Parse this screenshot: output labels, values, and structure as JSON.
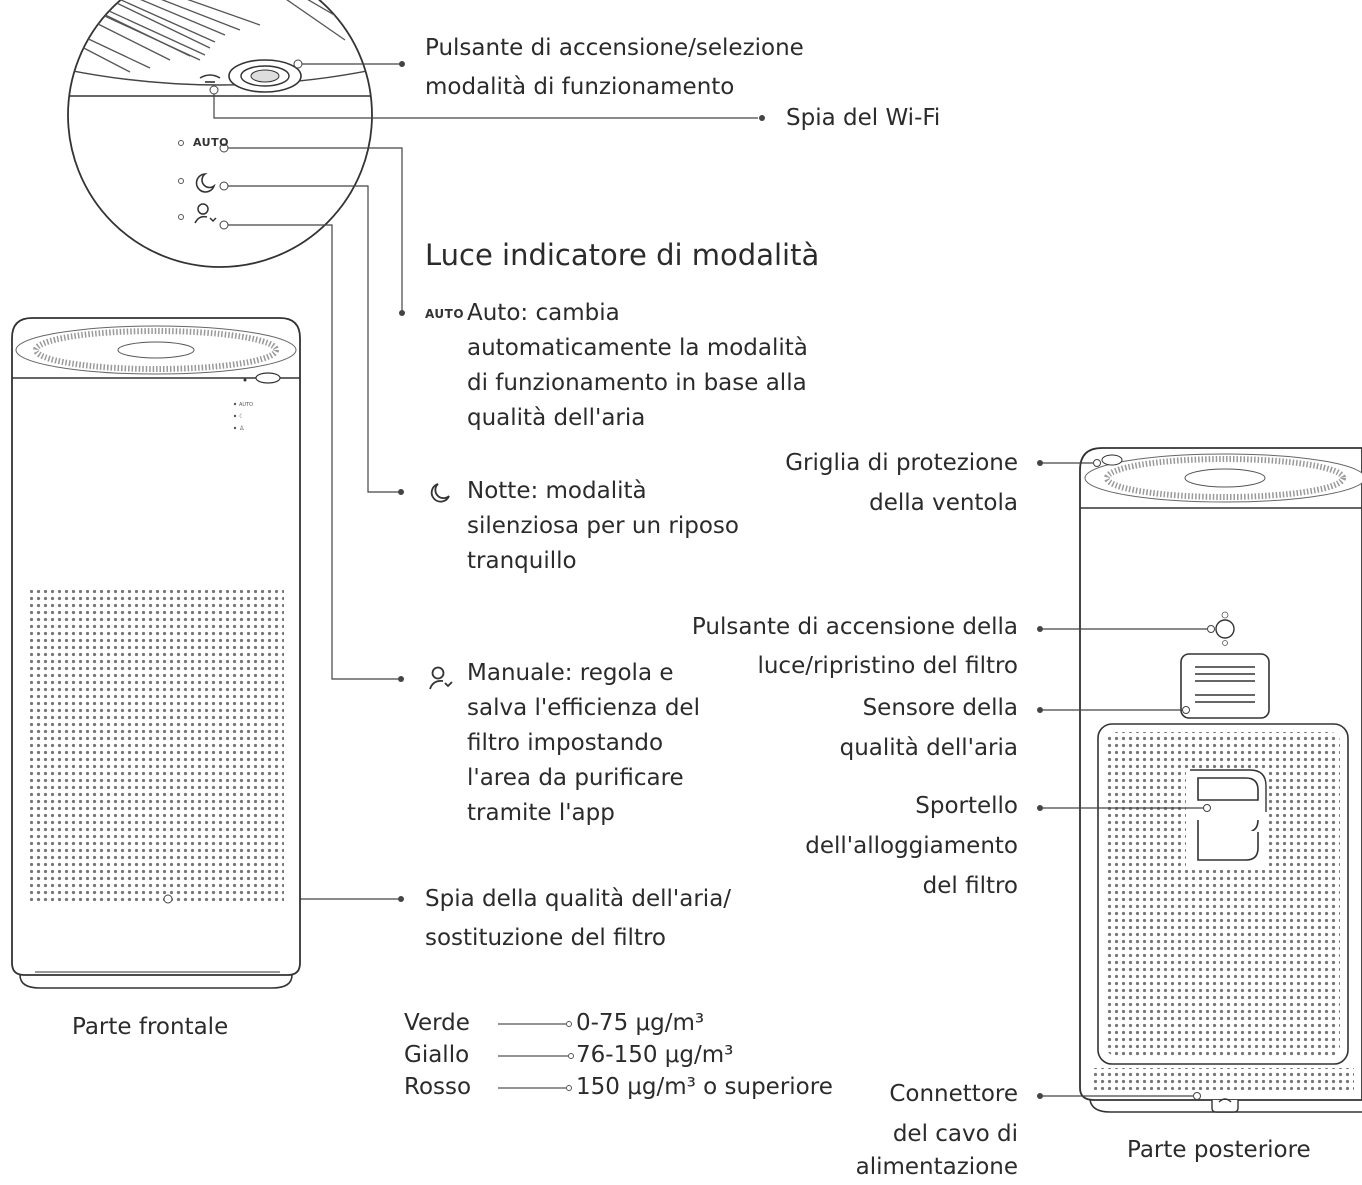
{
  "callouts": {
    "power_button": [
      "Pulsante di accensione/selezione",
      "modalità di funzionamento"
    ],
    "wifi": "Spia del Wi-Fi",
    "air_quality_ring": [
      "Spia della qualità dell'aria/",
      "sostituzione del filtro"
    ]
  },
  "modes": {
    "title": "Luce indicatore di modalità",
    "auto_badge": "AUTO",
    "auto_text": [
      "Auto: cambia",
      "automaticamente la modalità",
      "di funzionamento in base alla",
      "qualità dell'aria"
    ],
    "night_text": [
      "Notte: modalità",
      "silenziosa per un riposo",
      "tranquillo"
    ],
    "manual_text": [
      "Manuale: regola e",
      "salva l'efficienza del",
      "filtro impostando",
      "l'area da purificare",
      "tramite l'app"
    ]
  },
  "zoom_panel": {
    "auto_label": "AUTO"
  },
  "legend": [
    {
      "color_name": "Verde",
      "range": "0-75 μg/m³"
    },
    {
      "color_name": "Giallo",
      "range": "76-150 μg/m³"
    },
    {
      "color_name": "Rosso",
      "range": "150 μg/m³ o superiore"
    }
  ],
  "back_callouts": {
    "fan_grille": [
      "Griglia di protezione",
      "della ventola"
    ],
    "light_button": [
      "Pulsante di accensione della",
      "luce/ripristino del filtro"
    ],
    "sensor": [
      "Sensore della",
      "qualità dell'aria"
    ],
    "filter_door": [
      "Sportello",
      "dell'alloggiamento",
      "del filtro"
    ],
    "power_connector": [
      "Connettore",
      "del cavo di",
      "alimentazione"
    ]
  },
  "captions": {
    "front": "Parte frontale",
    "back": "Parte posteriore"
  },
  "icons": [
    "auto-badge",
    "moon-icon",
    "user-heart-icon",
    "wifi-icon",
    "sun-icon"
  ]
}
